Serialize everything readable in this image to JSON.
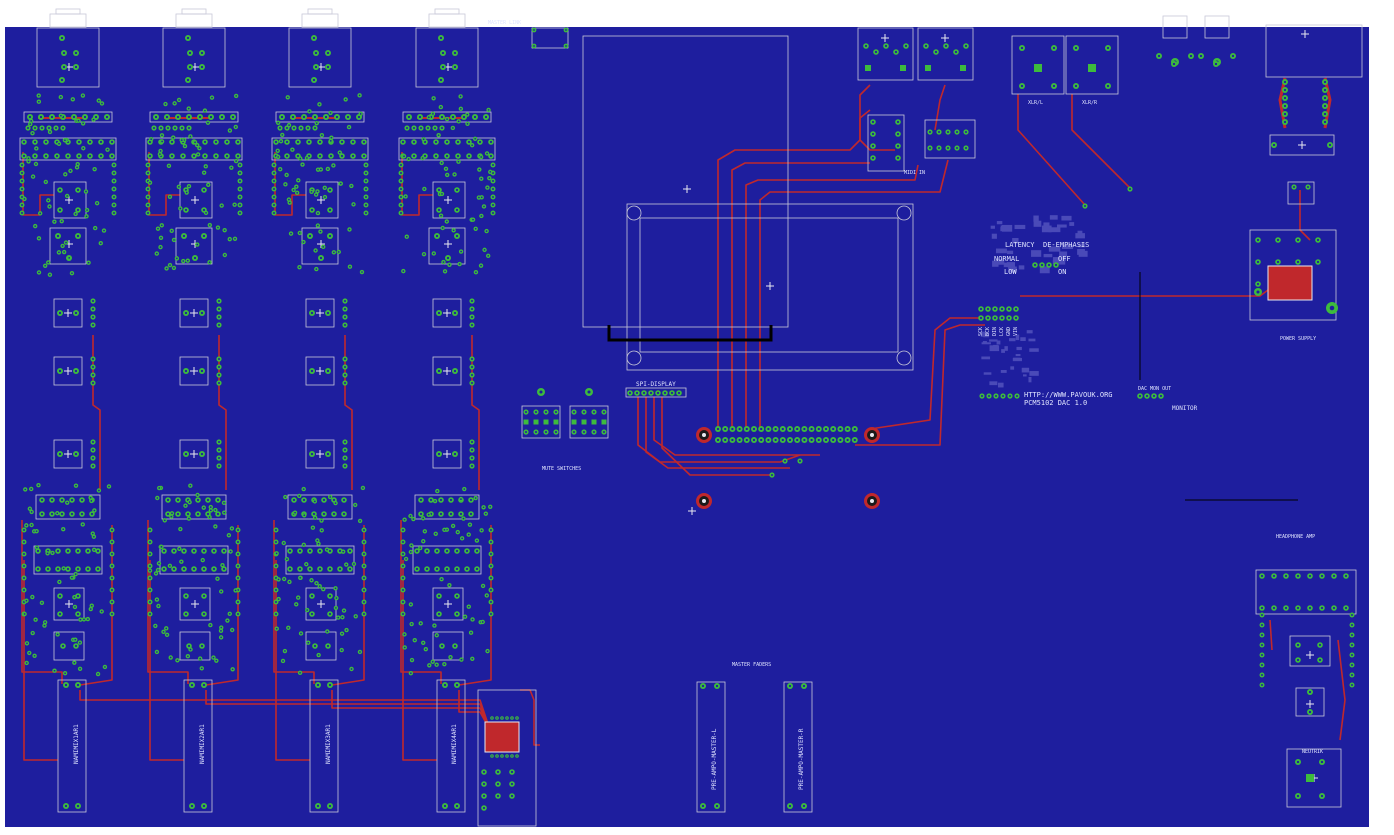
{
  "colors": {
    "canvas": "#ffffff",
    "board": "#1e1e9e",
    "outline": "#c8c8d8",
    "trace": "#c0282c",
    "pad": "#3dbb3d",
    "pad_hole": "#1e1e9e",
    "silk": "#e8e8f0",
    "chip": "#c0282c",
    "label": "#dfe3ff",
    "black_line": "#000000"
  },
  "labels": {
    "top_header": "MASTER LINK",
    "spi_display": "SPI-DISPLAY",
    "mute_switches": "MUTE SWITCHES",
    "latency": "LATENCY",
    "de_emphasis": "DE-EMPHASIS",
    "normal": "NORMAL",
    "off": "OFF",
    "low": "LOW",
    "on": "ON",
    "url": "HTTP://WWW.PAVOUK.ORG",
    "dac_name": "PCM5102 DAC 1.0",
    "monitor": "MONITOR",
    "dac_mon": "DAC MON OUT",
    "power_supply": "POWER SUPPLY",
    "headphone_amp": "HEADPHONE AMP",
    "master_faders": "MASTER FADERS",
    "fader_l": "PRE-AMPO-MASTER-L",
    "fader_r": "PRE-AMPO-MASTER-R",
    "midi_in": "MIDI IN",
    "neutrik": "NEUTRIK",
    "xlr_l": "XLR/L",
    "xlr_r": "XLR/R",
    "channel_faders": [
      "NAMIMIX1AR1",
      "NAMIMIX2AR1",
      "NAMIMIX3AR1",
      "NAMIMIX4AR1"
    ],
    "dac_pins": [
      "SCK",
      "BCK",
      "DIN",
      "LCK",
      "GND",
      "VIN"
    ]
  }
}
